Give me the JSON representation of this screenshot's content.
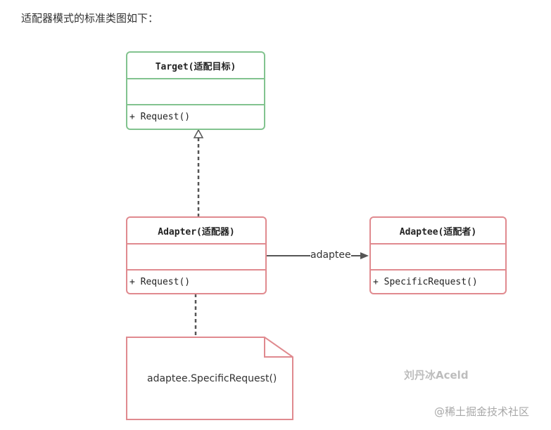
{
  "intro_text": "适配器模式的标准类图如下：",
  "target": {
    "title": "Target(适配目标)",
    "method": "+ Request()"
  },
  "adapter": {
    "title": "Adapter(适配器)",
    "method": "+ Request()"
  },
  "adaptee": {
    "title": "Adaptee(适配者)",
    "method": "+ SpecificRequest()"
  },
  "association_label": "adaptee",
  "note_text": "adaptee.SpecificRequest()",
  "watermark_author": "刘丹冰Aceld",
  "watermark_site": "@稀土掘金技术社区",
  "colors": {
    "target_border": "#82c38f",
    "adapter_border": "#e08a8f",
    "line": "#555555"
  }
}
